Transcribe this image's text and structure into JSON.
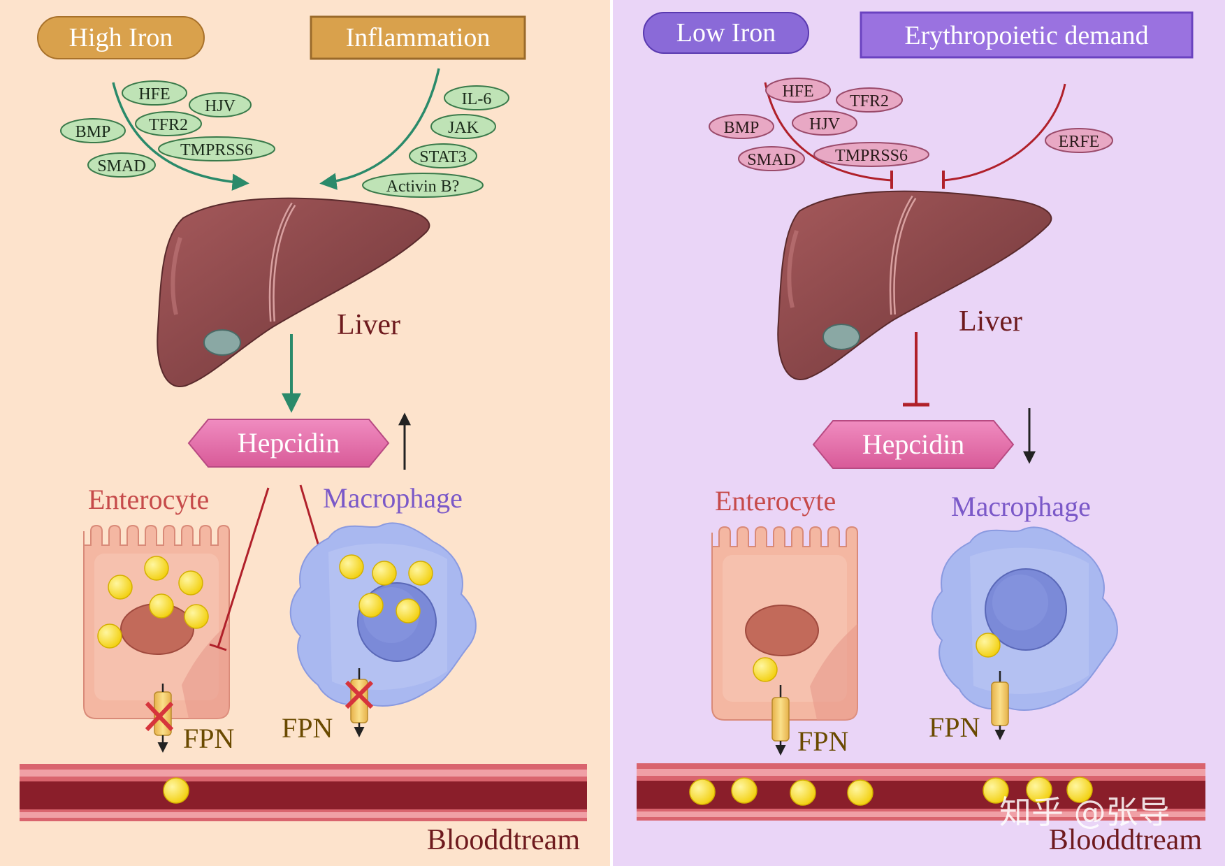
{
  "colors": {
    "left_bg": "#fde3cc",
    "right_bg": "#ead5f7",
    "green": "#2a8a6a",
    "red": "#b0202a",
    "hepcidin": "#e674ac",
    "liver": "#8a4a4c",
    "iron": "#f6d816",
    "macrophage": "#a9b8f0",
    "enterocyte": "#f4b7a2",
    "vessel": "#b33744"
  },
  "left": {
    "badge_high_iron": "High Iron",
    "badge_inflammation": "Inflammation",
    "molecules_a": [
      "HFE",
      "HJV",
      "BMP",
      "TFR2",
      "TMPRSS6",
      "SMAD"
    ],
    "molecules_b": [
      "IL-6",
      "JAK",
      "STAT3",
      "Activin B?"
    ],
    "liver_label": "Liver",
    "hepcidin_label": "Hepcidin",
    "hepcidin_trend_icon": "arrow-up-icon",
    "enterocyte_label": "Enterocyte",
    "macrophage_label": "Macrophage",
    "fpn_enterocyte": "FPN",
    "fpn_macrophage": "FPN",
    "bloodstream_label": "Blooddtream"
  },
  "right": {
    "badge_low_iron": "Low Iron",
    "badge_erythropoietic": "Erythropoietic demand",
    "molecules_a": [
      "HFE",
      "TFR2",
      "BMP",
      "HJV",
      "SMAD",
      "TMPRSS6"
    ],
    "molecules_b": [
      "ERFE"
    ],
    "liver_label": "Liver",
    "hepcidin_label": "Hepcidin",
    "hepcidin_trend_icon": "arrow-down-icon",
    "enterocyte_label": "Enterocyte",
    "macrophage_label": "Macrophage",
    "fpn_enterocyte": "FPN",
    "fpn_macrophage": "FPN",
    "bloodstream_label": "Blooddtream",
    "watermark": "知乎 @张导"
  }
}
